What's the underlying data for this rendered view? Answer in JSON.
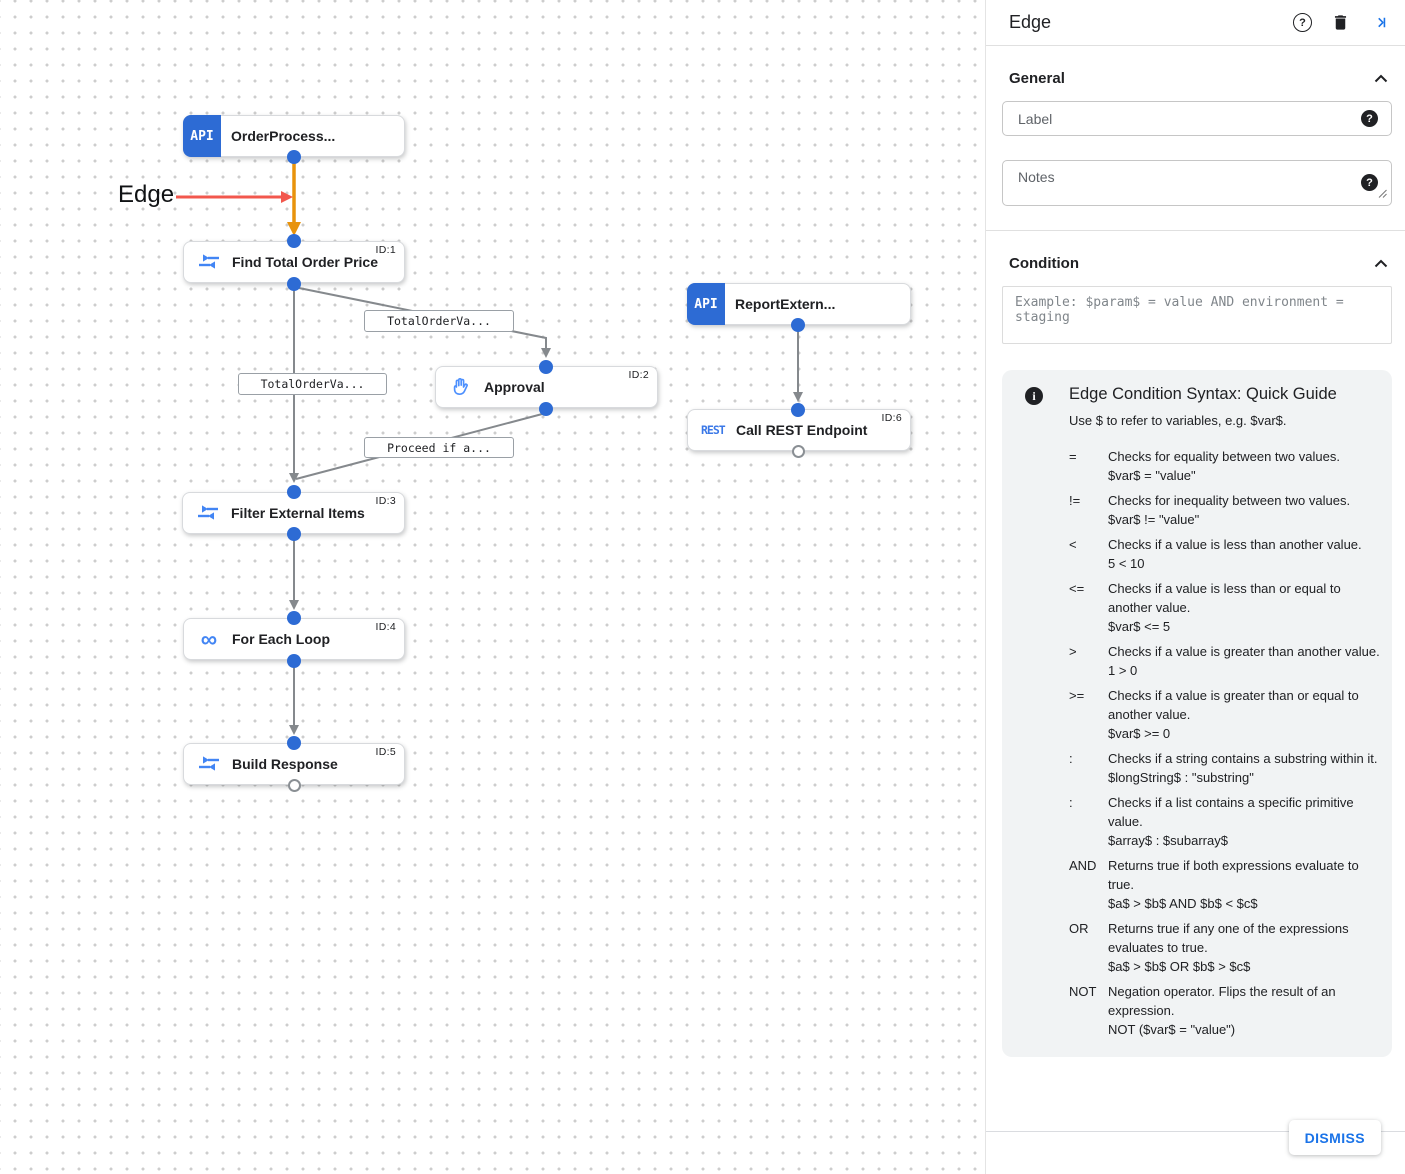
{
  "canvas": {
    "annotation_label": "Edge",
    "icon_labels": {
      "api": "API",
      "rest": "REST",
      "loop": "∞"
    },
    "nodes": [
      {
        "title": "OrderProcess...",
        "badge": "",
        "icon": "api-trigger-icon"
      },
      {
        "title": "Find Total Order Price",
        "badge": "ID:1",
        "icon": "data-mapping-icon"
      },
      {
        "title": "Approval",
        "badge": "ID:2",
        "icon": "approval-hand-icon"
      },
      {
        "title": "ReportExtern...",
        "badge": "",
        "icon": "api-trigger-icon"
      },
      {
        "title": "Call REST Endpoint",
        "badge": "ID:6",
        "icon": "rest-icon"
      },
      {
        "title": "Filter External Items",
        "badge": "ID:3",
        "icon": "data-mapping-icon"
      },
      {
        "title": "For Each Loop",
        "badge": "ID:4",
        "icon": "loop-icon"
      },
      {
        "title": "Build Response",
        "badge": "ID:5",
        "icon": "data-mapping-icon"
      }
    ],
    "edge_labels": [
      "TotalOrderVa...",
      "TotalOrderVa...",
      "Proceed if a..."
    ]
  },
  "panel": {
    "title": "Edge",
    "icons": {
      "help_q": "?",
      "info_i": "i"
    },
    "sections": {
      "general": "General",
      "condition": "Condition"
    },
    "fields": {
      "label_placeholder": "Label",
      "notes_placeholder": "Notes",
      "condition_placeholder": "Example: $param$ = value AND environment = staging"
    },
    "guide": {
      "title": "Edge Condition Syntax: Quick Guide",
      "subtitle": "Use $ to refer to variables, e.g. $var$.",
      "rows": [
        {
          "op": "=",
          "desc": "Checks for equality between two values.",
          "example": "$var$ = \"value\""
        },
        {
          "op": "!=",
          "desc": "Checks for inequality between two values.",
          "example": "$var$ != \"value\""
        },
        {
          "op": "<",
          "desc": "Checks if a value is less than another value.",
          "example": "5 < 10"
        },
        {
          "op": "<=",
          "desc": "Checks if a value is less than or equal to another value.",
          "example": "$var$ <= 5"
        },
        {
          "op": ">",
          "desc": "Checks if a value is greater than another value.",
          "example": "1 > 0"
        },
        {
          "op": ">=",
          "desc": "Checks if a value is greater than or equal to another value.",
          "example": "$var$ >= 0"
        },
        {
          "op": ":",
          "desc": "Checks if a string contains a substring within it.",
          "example": "$longString$ : \"substring\""
        },
        {
          "op": ":",
          "desc": "Checks if a list contains a specific primitive value.",
          "example": "$array$ : $subarray$"
        },
        {
          "op": "AND",
          "desc": "Returns true if both expressions evaluate to true.",
          "example": "$a$ > $b$ AND $b$ < $c$"
        },
        {
          "op": "OR",
          "desc": "Returns true if any one of the expressions evaluates to true.",
          "example": "$a$ > $b$ OR $b$ > $c$"
        },
        {
          "op": "NOT",
          "desc": "Negation operator. Flips the result of an expression.",
          "example": "NOT ($var$ = \"value\")"
        }
      ]
    },
    "dismiss_label": "DISMISS",
    "colors": {
      "accent": "#1a73e8",
      "edge_highlight": "#e8930c",
      "annotation_arrow": "#f2574d",
      "node_blue": "#2d6bd4"
    }
  }
}
